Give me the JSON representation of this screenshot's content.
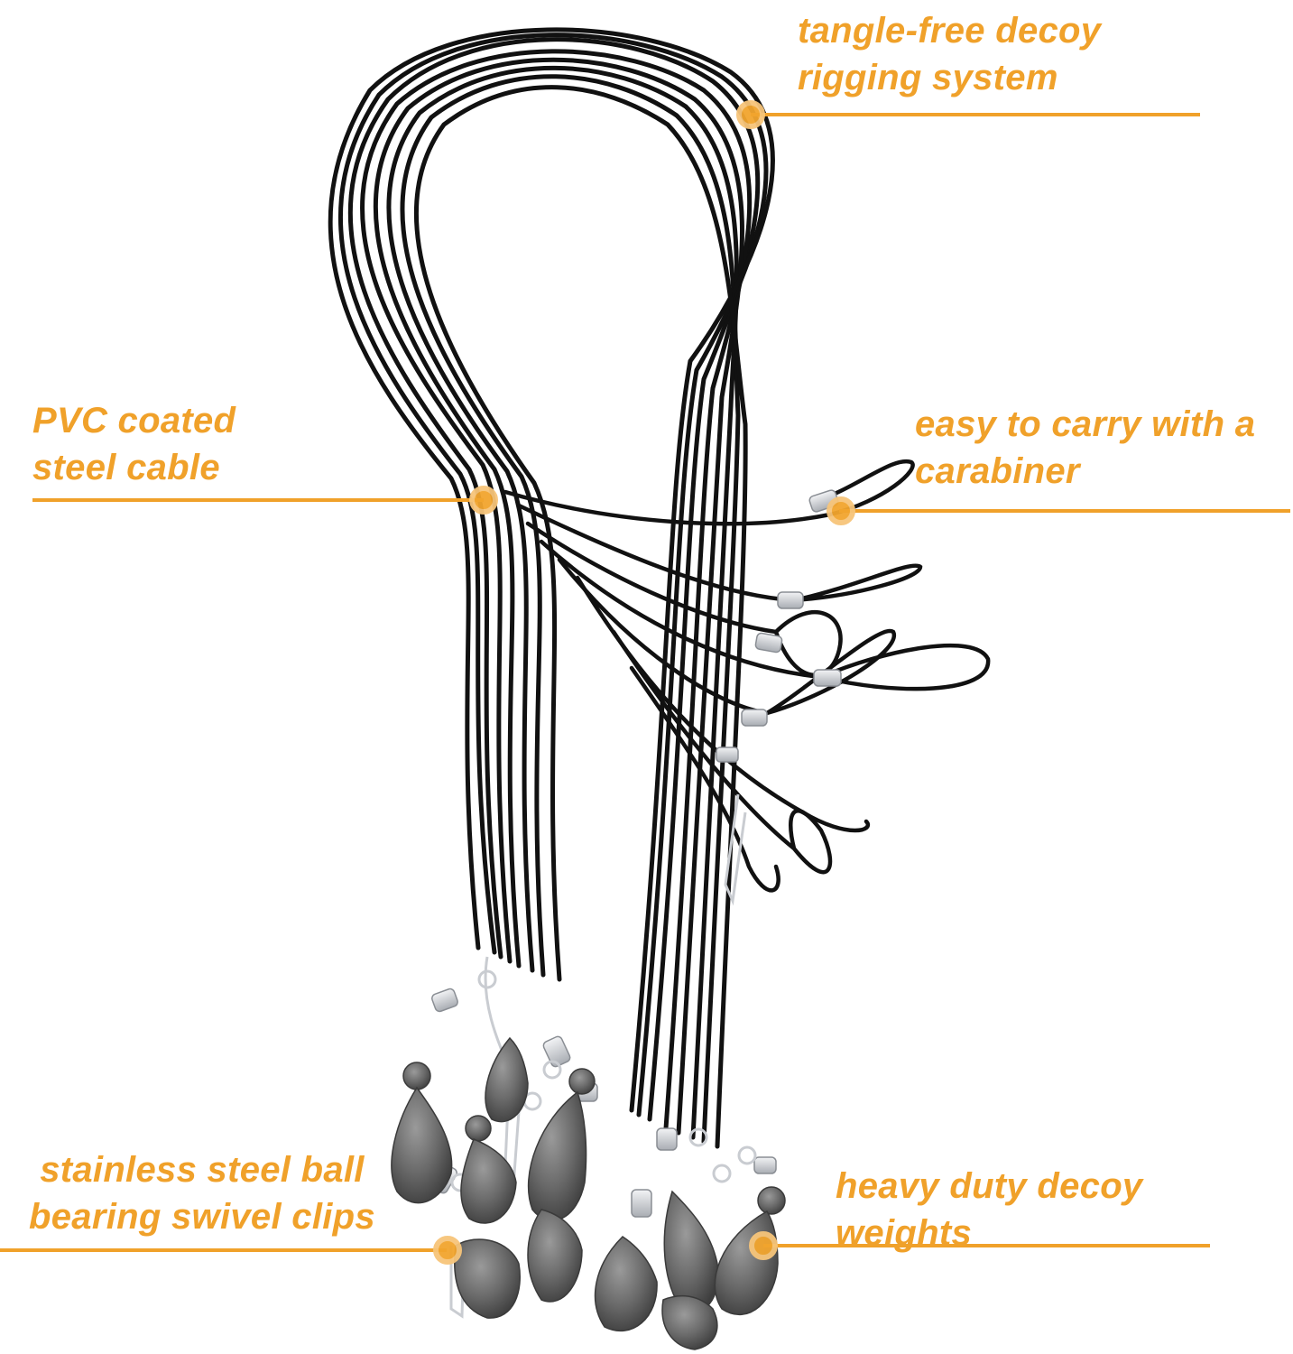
{
  "colors": {
    "accent": "#f0a12a",
    "cable": "#101010",
    "weight": "#6e6e6e",
    "crimp": "#cfd2d6",
    "background": "#ffffff"
  },
  "callouts": {
    "rigging": {
      "line1": "tangle-free decoy",
      "line2": "rigging system"
    },
    "cable": {
      "line1": "PVC coated",
      "line2": "steel cable"
    },
    "carabiner": {
      "line1": "easy to carry with a",
      "line2": "carabiner"
    },
    "swivel": {
      "line1": "stainless steel ball",
      "line2": "bearing swivel clips"
    },
    "weights": {
      "line1": "heavy duty decoy",
      "line2": "weights"
    }
  }
}
